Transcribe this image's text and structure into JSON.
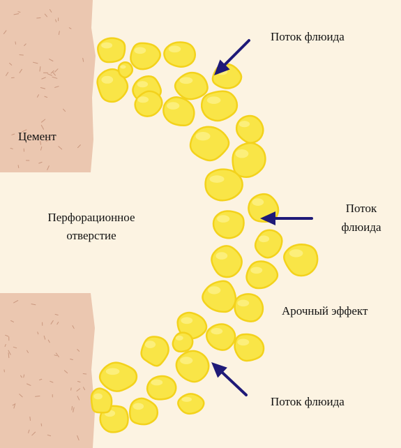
{
  "labels": {
    "cement": "Цемент",
    "perforation_line1": "Перфорационное",
    "perforation_line2": "отверстие",
    "flow_top": "Поток флюида",
    "flow_middle_line1": "Поток",
    "flow_middle_line2": "флюида",
    "arch_effect": "Арочный эффект",
    "flow_bottom": "Поток флюида"
  },
  "colors": {
    "background": "#FCF3E2",
    "cement": "#EBC7B0",
    "cement_specks": "#C9977E",
    "grain_fill": "#F9E547",
    "grain_edge": "#F3D21C",
    "grain_highlight": "#FFF7A6",
    "arrow": "#1F1A78"
  },
  "icons": {
    "arrow": "arrow-pointing-to-grains",
    "grain": "sand-grain-blob"
  }
}
